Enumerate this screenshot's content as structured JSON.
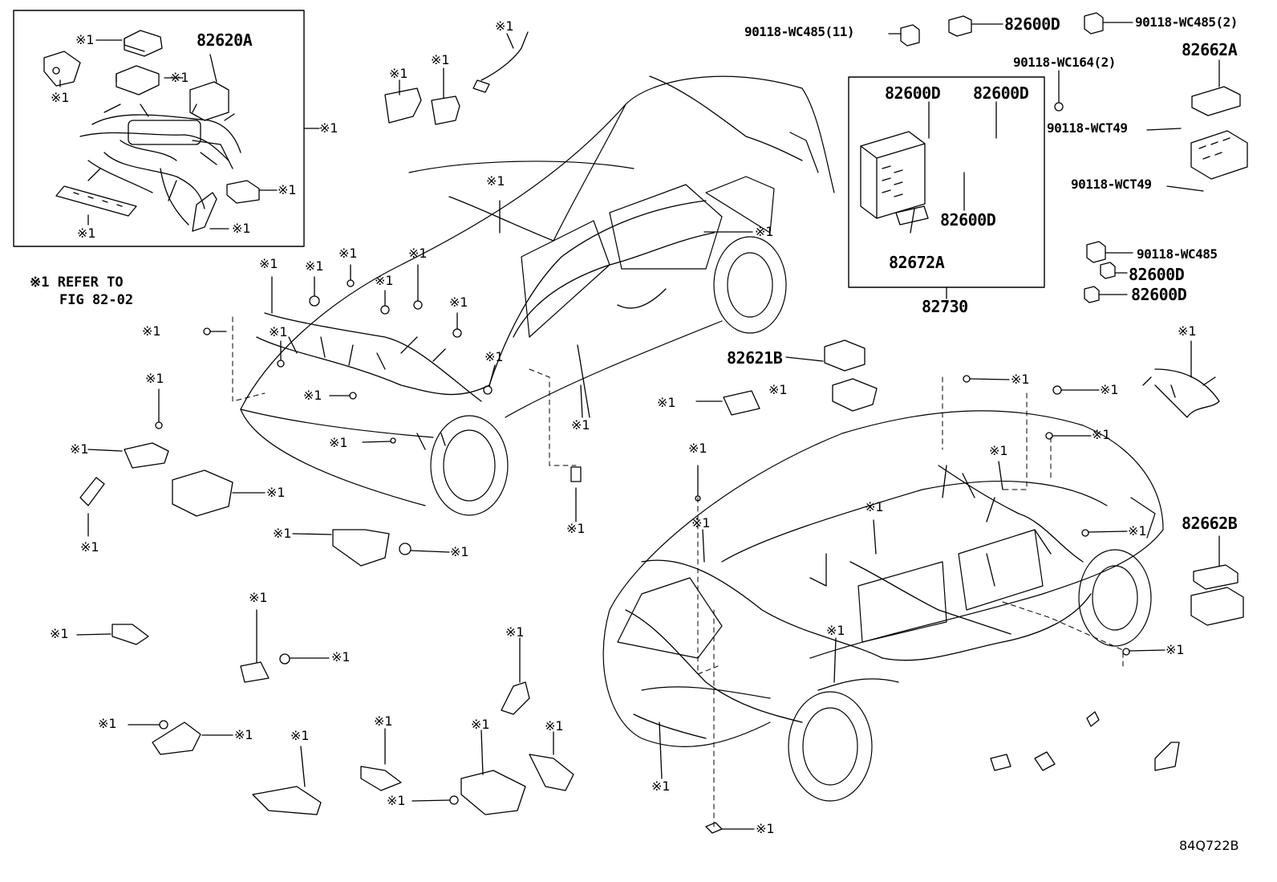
{
  "reference_mark": "※1",
  "note": {
    "line1": "※1 REFER TO",
    "line2": "FIG 82-02"
  },
  "diagram_code": "84Q722B",
  "part_numbers": {
    "p82620A": "82620A",
    "p82621B": "82621B",
    "p82730": "82730",
    "p82672A": "82672A",
    "p82600D": "82600D",
    "p82662A": "82662A",
    "p82662B": "82662B",
    "wc485_11": "90118-WC485(11)",
    "wc485_2": "90118-WC485(2)",
    "wc485": "90118-WC485",
    "wc164_2": "90118-WC164(2)",
    "wct49": "90118-WCT49"
  }
}
